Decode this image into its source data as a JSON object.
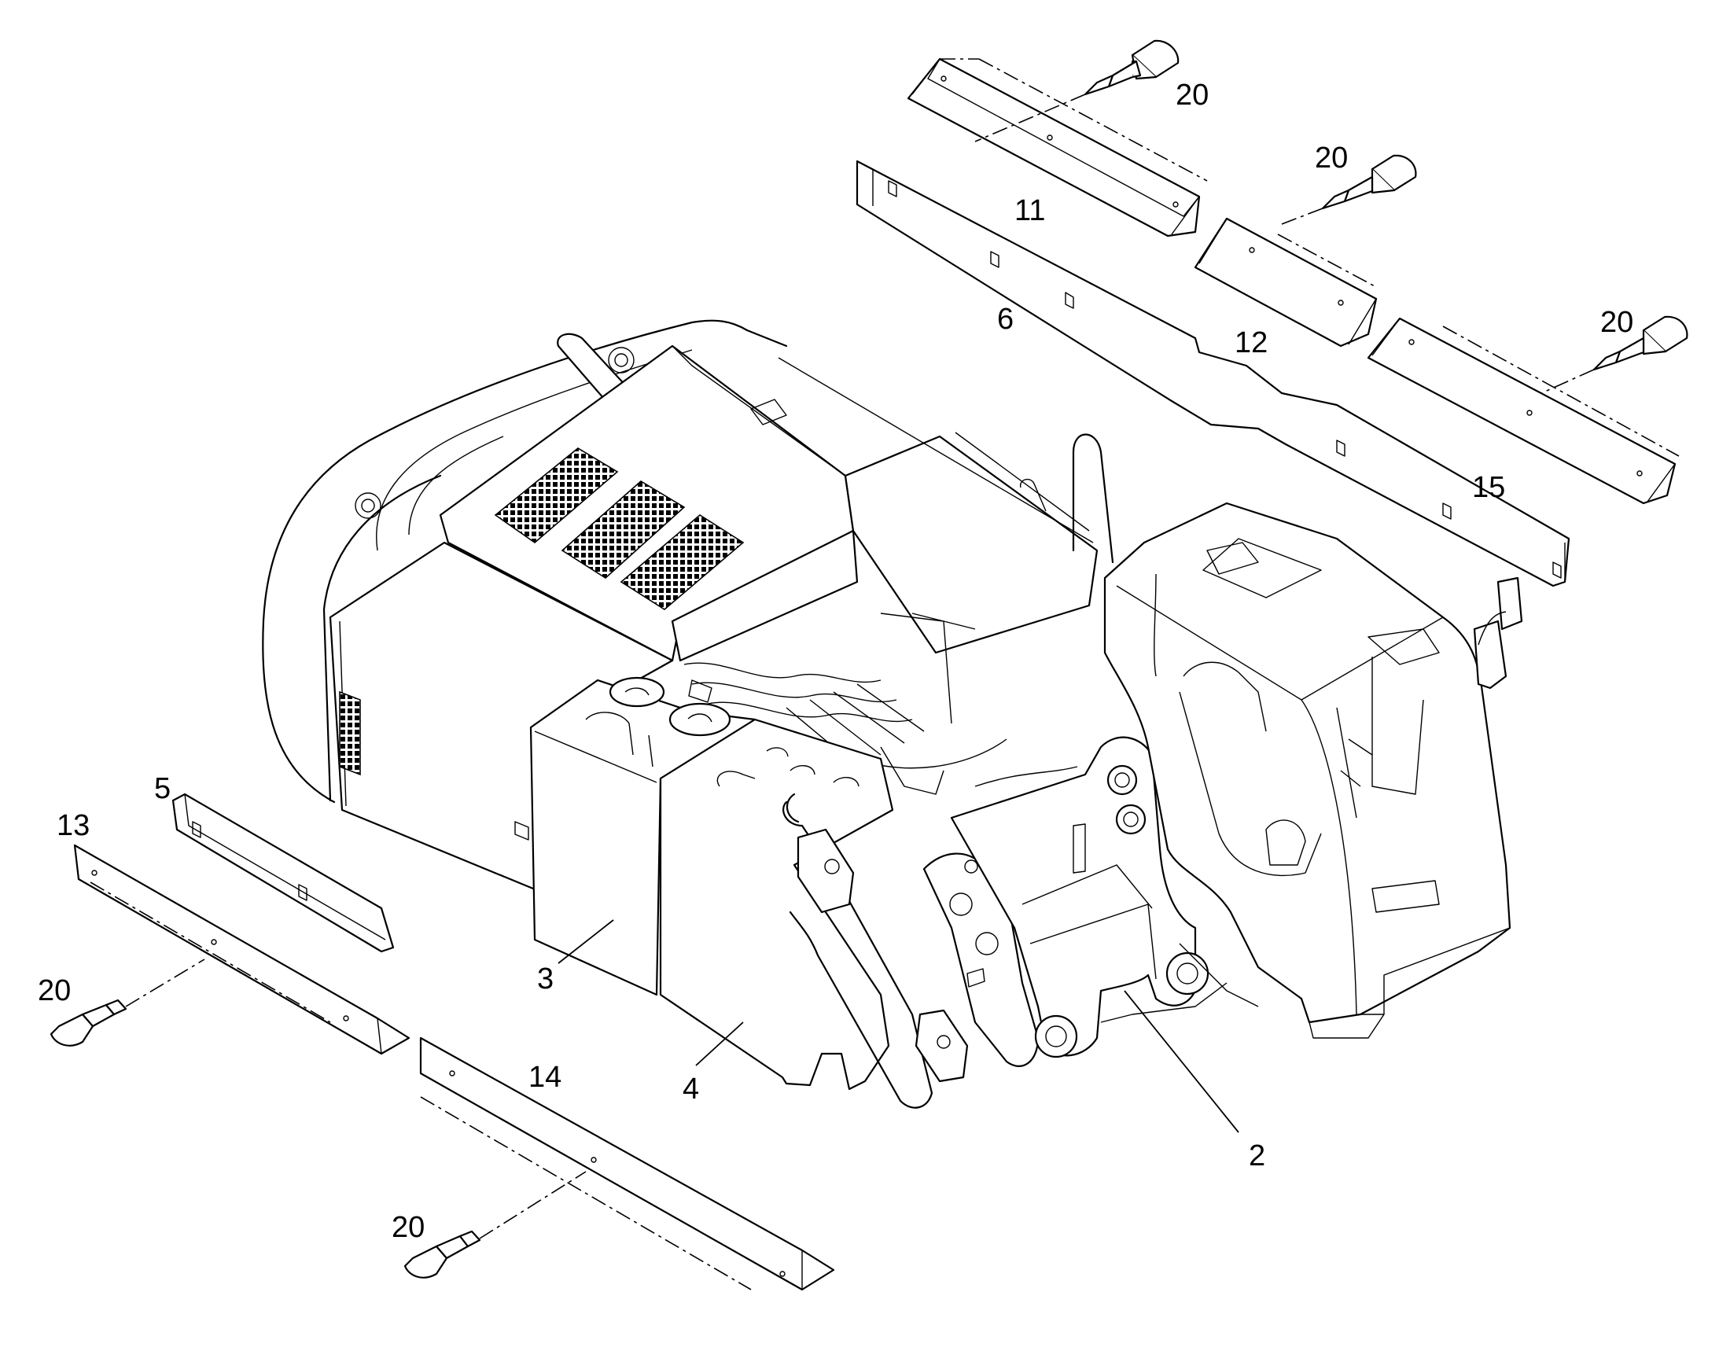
{
  "diagram": {
    "callouts": {
      "c2": "2",
      "c3": "3",
      "c4": "4",
      "c5": "5",
      "c6": "6",
      "c11": "11",
      "c12": "12",
      "c13": "13",
      "c14": "14",
      "c15": "15",
      "c20": "20"
    }
  }
}
